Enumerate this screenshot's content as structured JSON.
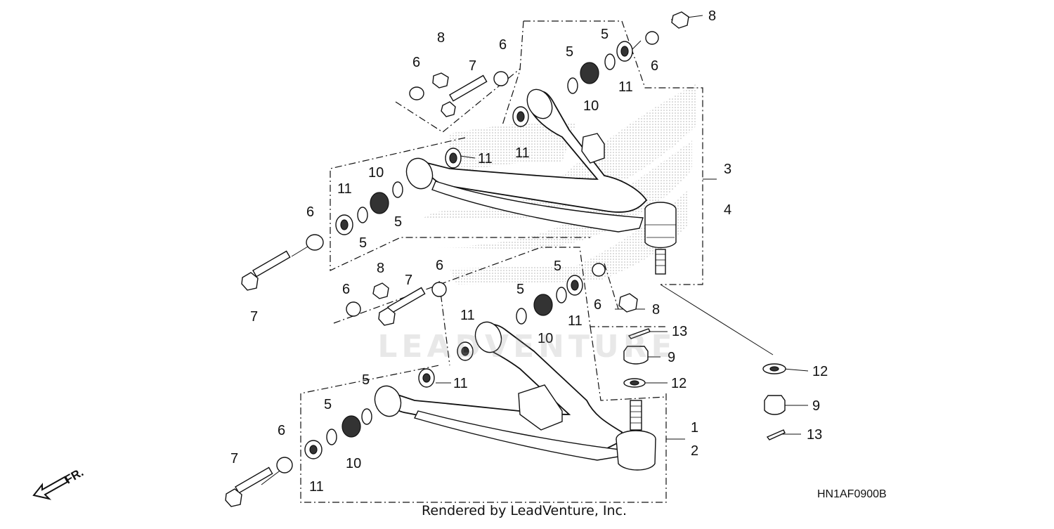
{
  "diagram": {
    "code": "HN1AF0900B",
    "render_credit": "Rendered by LeadVenture, Inc.",
    "watermark": "LEADVENTURE",
    "front_indicator": "FR.",
    "callouts": {
      "c8_top_right": "8",
      "c6_top_right": "6",
      "c5_top_a": "5",
      "c5_top_b": "5",
      "c11_top_right": "11",
      "c10_top": "10",
      "c8_upper_left": "8",
      "c6_upper_left_a": "6",
      "c7_upper_left": "7",
      "c6_upper_left_b": "6",
      "c11_upper_mid": "11",
      "c11_upper_arm": "11",
      "c3": "3",
      "c4": "4",
      "c11_left": "11",
      "c10_left": "10",
      "c5_left_a": "5",
      "c5_left_b": "5",
      "c6_left": "6",
      "c7_left": "7",
      "c8_mid": "8",
      "c6_mid_a": "6",
      "c7_mid": "7",
      "c6_mid_b": "6",
      "c5_mid_a": "5",
      "c5_mid_b": "5",
      "c10_mid": "10",
      "c11_mid_a": "11",
      "c6_mid_c": "6",
      "c8_mid_right": "8",
      "c11_lower_a": "11",
      "c11_lower_b": "11",
      "c13_mid": "13",
      "c9_mid": "9",
      "c12_mid": "12",
      "c12_right": "12",
      "c9_right": "9",
      "c13_right": "13",
      "c1": "1",
      "c2": "2",
      "c5_low_a": "5",
      "c5_low_b": "5",
      "c6_low": "6",
      "c7_low": "7",
      "c10_low": "10",
      "c11_low": "11"
    }
  }
}
